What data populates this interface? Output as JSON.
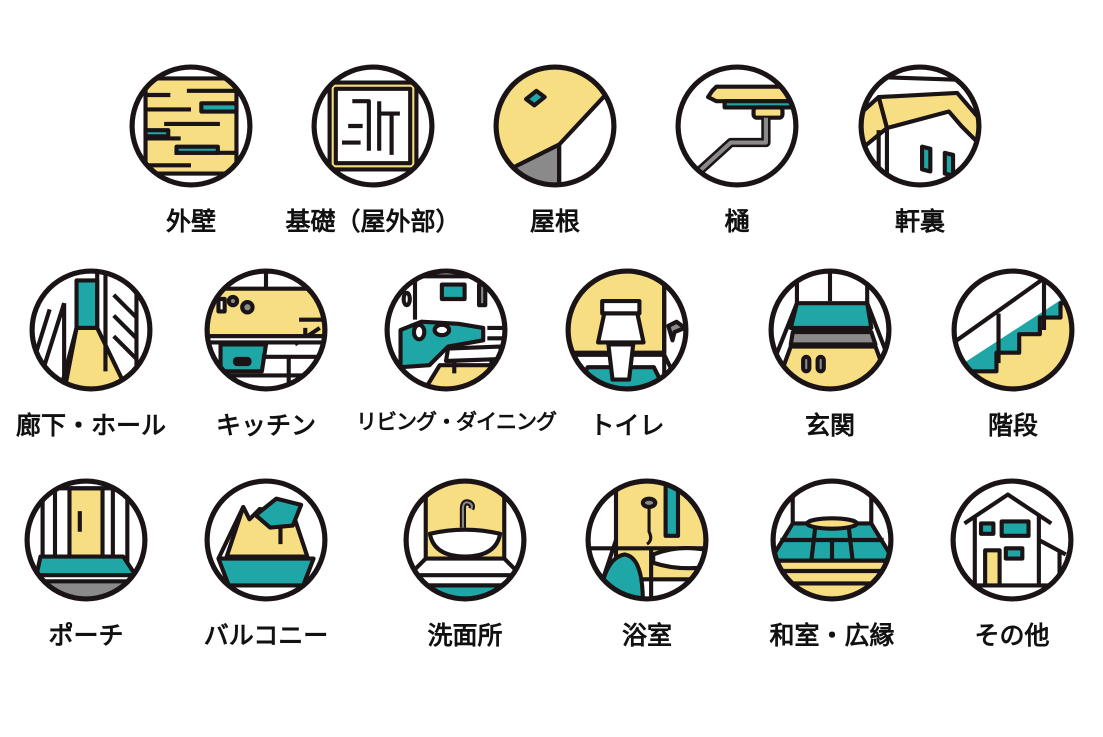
{
  "colors": {
    "yellow": "#f7de82",
    "teal": "#1fa6a6",
    "gray": "#8a8a8a",
    "outline": "#1b1416",
    "background": "#ffffff"
  },
  "rows": [
    {
      "items": [
        {
          "id": "exterior-wall",
          "label": "外壁",
          "icon": "wall-icon"
        },
        {
          "id": "foundation",
          "label": "基礎（屋外部）",
          "icon": "foundation-icon"
        },
        {
          "id": "roof",
          "label": "屋根",
          "icon": "roof-icon"
        },
        {
          "id": "gutter",
          "label": "樋",
          "icon": "gutter-icon"
        },
        {
          "id": "eaves",
          "label": "軒裏",
          "icon": "eaves-icon"
        }
      ]
    },
    {
      "items": [
        {
          "id": "hallway",
          "label": "廊下・ホール",
          "icon": "hallway-icon"
        },
        {
          "id": "kitchen",
          "label": "キッチン",
          "icon": "kitchen-icon"
        },
        {
          "id": "living",
          "label": "リビング・ダイニング",
          "icon": "living-room-icon"
        },
        {
          "id": "toilet",
          "label": "トイレ",
          "icon": "toilet-icon"
        },
        {
          "id": "entrance",
          "label": "玄関",
          "icon": "entrance-icon"
        },
        {
          "id": "stairs",
          "label": "階段",
          "icon": "stairs-icon"
        }
      ]
    },
    {
      "items": [
        {
          "id": "porch",
          "label": "ポーチ",
          "icon": "porch-icon"
        },
        {
          "id": "balcony",
          "label": "バルコニー",
          "icon": "balcony-icon"
        },
        {
          "id": "washroom",
          "label": "洗面所",
          "icon": "washbasin-icon"
        },
        {
          "id": "bathroom",
          "label": "浴室",
          "icon": "bathroom-icon"
        },
        {
          "id": "japanese-room",
          "label": "和室・広縁",
          "icon": "tatami-room-icon"
        },
        {
          "id": "other",
          "label": "その他",
          "icon": "house-icon"
        }
      ]
    }
  ]
}
